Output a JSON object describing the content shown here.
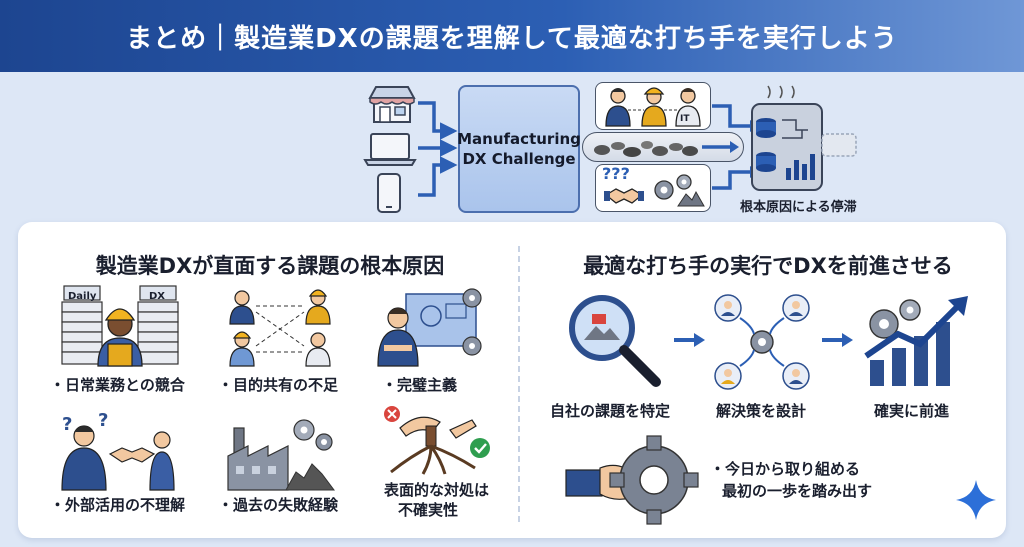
{
  "header": {
    "title": "まとめ｜製造業DXの課題を理解して最適な打ち手を実行しよう"
  },
  "top": {
    "center_line1": "Manufacturing",
    "center_line2": "DX Challenge",
    "daily_tag": "Daily",
    "dx_tag": "DX",
    "it_tag": "IT",
    "question_marks": "???",
    "stagnation_label": "根本原因による停滞"
  },
  "left_section": {
    "title": "製造業DXが直面する課題の根本原因",
    "items": [
      {
        "label": "・日常業務との競合"
      },
      {
        "label": "・目的共有の不足"
      },
      {
        "label": "・完璧主義"
      },
      {
        "label": "・外部活用の不理解"
      },
      {
        "label": "・過去の失敗経験"
      },
      {
        "label": "表面的な対処は",
        "label2": "不確実性"
      }
    ]
  },
  "right_section": {
    "title": "最適な打ち手の実行でDXを前進させる",
    "steps": [
      {
        "label": "自社の課題を特定"
      },
      {
        "label": "解決策を設計"
      },
      {
        "label": "確実に前進"
      }
    ],
    "first_step_line1": "・今日から取り組める",
    "first_step_line2": "最初の一歩を踏み出す"
  },
  "colors": {
    "header": "#1d4590",
    "accent": "#2c5fb4",
    "bg": "#dde7f6"
  }
}
